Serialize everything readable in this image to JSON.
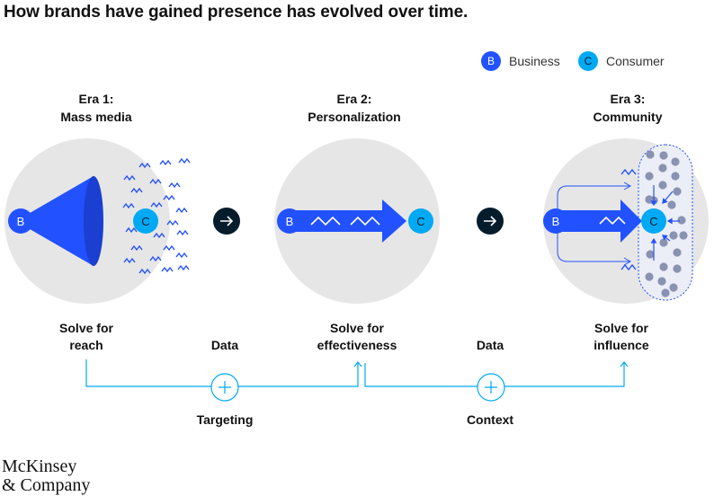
{
  "title": "How brands have gained presence has evolved over time.",
  "legend": [
    {
      "letter": "B",
      "label": "Business",
      "color": "#2251ff"
    },
    {
      "letter": "C",
      "label": "Consumer",
      "color": "#00a9f4"
    }
  ],
  "eras": [
    {
      "line1": "Era 1:",
      "line2": "Mass media",
      "outcome1": "Solve for",
      "outcome2": "reach"
    },
    {
      "line1": "Era 2:",
      "line2": "Personalization",
      "outcome1": "Solve for",
      "outcome2": "effectiveness"
    },
    {
      "line1": "Era 3:",
      "line2": "Community",
      "outcome1": "Solve for",
      "outcome2": "influence"
    }
  ],
  "transitions": [
    {
      "input": "Data",
      "enabler": "Targeting"
    },
    {
      "input": "Data",
      "enabler": "Context"
    }
  ],
  "colors": {
    "business": "#2251ff",
    "consumer": "#00a9f4",
    "circle": "#e6e6e6",
    "dark": "#051c2c",
    "crowd": "#8a92b2"
  },
  "logo": {
    "line1": "McKinsey",
    "line2": "& Company"
  }
}
